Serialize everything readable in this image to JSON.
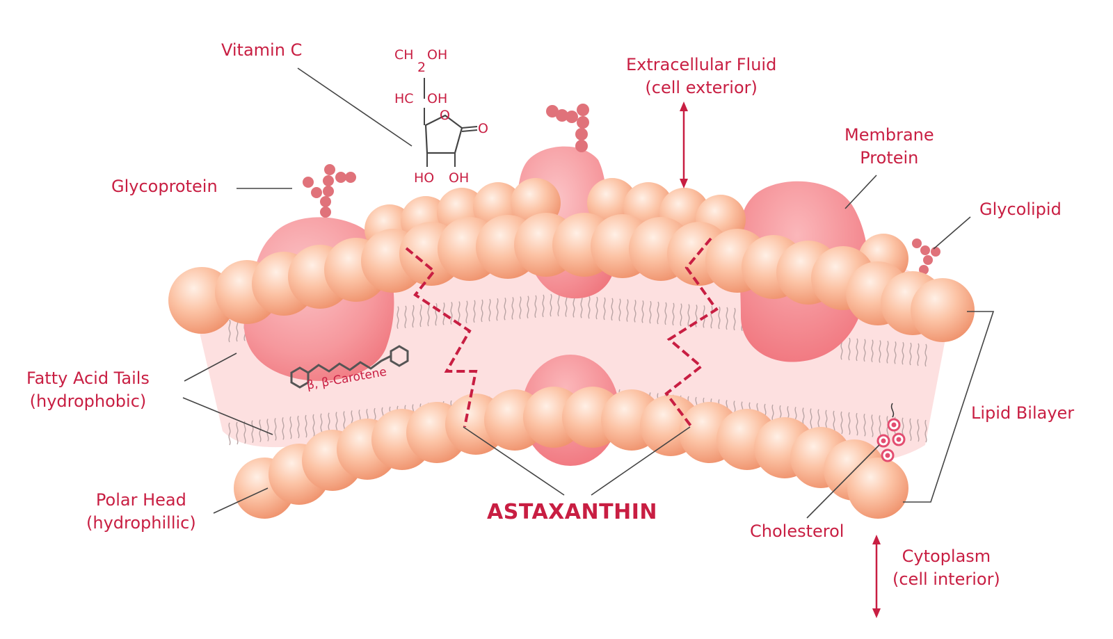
{
  "colors": {
    "accent": "#c81e42",
    "bead_light": "#fde3d3",
    "bead_mid": "#f9b08f",
    "bead_dark": "#ee8e68",
    "protein": "#f48a90",
    "membrane_fill": "#fde0e0",
    "leader": "#444444"
  },
  "labels": {
    "vitamin_c": "Vitamin C",
    "extracellular": {
      "line1": "Extracellular Fluid",
      "line2": "(cell exterior)"
    },
    "membrane_protein": {
      "line1": "Membrane",
      "line2": "Protein"
    },
    "glycoprotein": "Glycoprotein",
    "glycolipid": "Glycolipid",
    "fatty_acid": {
      "line1": "Fatty Acid Tails",
      "line2": "(hydrophobic)"
    },
    "lipid_bilayer": "Lipid Bilayer",
    "polar_head": {
      "line1": "Polar Head",
      "line2": "(hydrophillic)"
    },
    "astaxanthin": "ASTAXANTHIN",
    "cholesterol": "Cholesterol",
    "cytoplasm": {
      "line1": "Cytoplasm",
      "line2": "(cell interior)"
    },
    "carotene": "β, β-Carotene"
  },
  "vitamin_c_formula": {
    "ch2oh_ch": "CH",
    "ch2oh_sub": "2",
    "ch2oh_oh": "OH",
    "hc": "HC",
    "hc_oh": "OH",
    "ring_o": "O",
    "keto_o": "O",
    "ho_left": "HO",
    "oh_right": "OH"
  }
}
